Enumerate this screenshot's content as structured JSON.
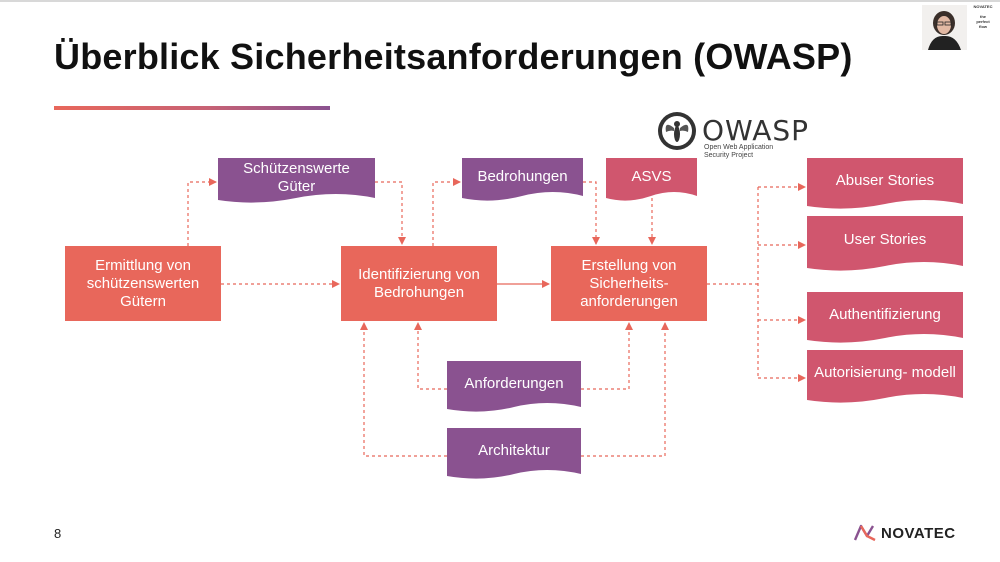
{
  "title": "Überblick Sicherheitsanforderungen (OWASP)",
  "page_number": "8",
  "brand": {
    "name": "NOVATEC",
    "corner_brand": "NOVATEC",
    "corner_tag_1": "the",
    "corner_tag_2": "perfect",
    "corner_tag_3": "flow"
  },
  "owasp": {
    "wordmark": "OWASP",
    "subtitle_1": "Open Web Application",
    "subtitle_2": "Security Project"
  },
  "colors": {
    "coral": "#e8675b",
    "purple": "#8a5290",
    "pink": "#d0566e",
    "connector": "#e8675b"
  },
  "diagram": {
    "ermittlung": "Ermittlung von schützenswerten Gütern",
    "schuetzenswerte": "Schützenswerte Güter",
    "identifizierung": "Identifizierung von Bedrohungen",
    "bedrohungen": "Bedrohungen",
    "asvs": "ASVS",
    "erstellung": "Erstellung von Sicherheits- anforderungen",
    "anforderungen": "Anforderungen",
    "architektur": "Architektur",
    "abuser": "Abuser Stories",
    "user": "User Stories",
    "authentifizierung": "Authentifizierung",
    "autorisierung": "Autorisierung- modell"
  }
}
